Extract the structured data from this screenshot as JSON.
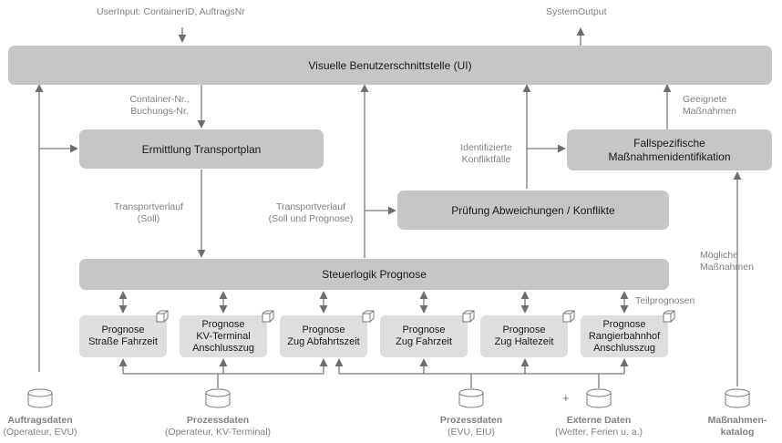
{
  "top_labels": {
    "user_input": "UserInput: ContainerID, AuftragsNr",
    "system_output": "SystemOutput"
  },
  "ui_box": "Visuelle Benutzerschnittstelle (UI)",
  "transport_plan_box": "Ermittlung Transportplan",
  "conflict_box": "Prüfung Abweichungen / Konflikte",
  "measures_box": [
    "Fallspezifische",
    "Maßnahmenidentifikation"
  ],
  "control_box": "Steuerlogik Prognose",
  "edge_labels": {
    "container_nr": [
      "Container-Nr.,",
      "Buchungs-Nr."
    ],
    "transport_soll": [
      "Transportverlauf",
      "(Soll)"
    ],
    "transport_soll_prog": [
      "Transportverlauf",
      "(Soll und Prognose)"
    ],
    "conflicts": [
      "Identifizierte",
      "Konfliktfälle"
    ],
    "suitable_measures": [
      "Geeignete",
      "Maßnahmen"
    ],
    "possible_measures": [
      "Mögliche",
      "Maßnahmen"
    ],
    "partial_forecasts": "Teilprognosen"
  },
  "modules": [
    [
      "Prognose",
      "Straße Fahrzeit"
    ],
    [
      "Prognose",
      "KV-Terminal",
      "Anschlusszug"
    ],
    [
      "Prognose",
      "Zug Abfahrtszeit"
    ],
    [
      "Prognose",
      "Zug Fahrzeit"
    ],
    [
      "Prognose",
      "Zug Haltezeit"
    ],
    [
      "Prognose",
      "Rangierbahnhof",
      "Anschlusszug"
    ]
  ],
  "databases": [
    {
      "title": "Auftragsdaten",
      "sub": "(Operateur, EVU)"
    },
    {
      "title": "Prozessdaten",
      "sub": "(Operateur, KV-Terminal)"
    },
    {
      "title": "Prozessdaten",
      "sub": "(EVU, EIU)"
    },
    {
      "title": "Externe Daten",
      "sub": "(Wetter, Ferien u. a.)"
    },
    {
      "title": "Maßnahmen-",
      "sub": "katalog"
    }
  ],
  "plus_sign": "+",
  "colors": {
    "box": "#c6c6c6",
    "module": "#dedede",
    "line": "#7a7a7a",
    "text": "#808080"
  }
}
